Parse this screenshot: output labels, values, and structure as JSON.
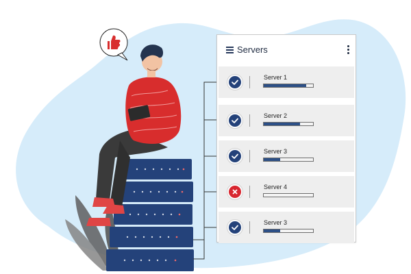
{
  "panel": {
    "title": "Servers",
    "list_icon": "list-icon",
    "menu_icon": "kebab-menu-icon"
  },
  "servers": [
    {
      "label": "Server 1",
      "status": "ok",
      "load": 0.86
    },
    {
      "label": "Server 2",
      "status": "ok",
      "load": 0.74
    },
    {
      "label": "Server 3",
      "status": "ok",
      "load": 0.33
    },
    {
      "label": "Server 4",
      "status": "error",
      "load": 0.0
    },
    {
      "label": "Server 3",
      "status": "ok",
      "load": 0.33
    }
  ],
  "colors": {
    "ok": "#24427a",
    "error": "#d8262f",
    "accent": "#2c4f86",
    "background_blob": "#cfe8f8",
    "shirt": "#d82d2d",
    "server_rack": "#24427a"
  },
  "illustration": {
    "speech_bubble_icon": "thumbs-up-icon"
  }
}
